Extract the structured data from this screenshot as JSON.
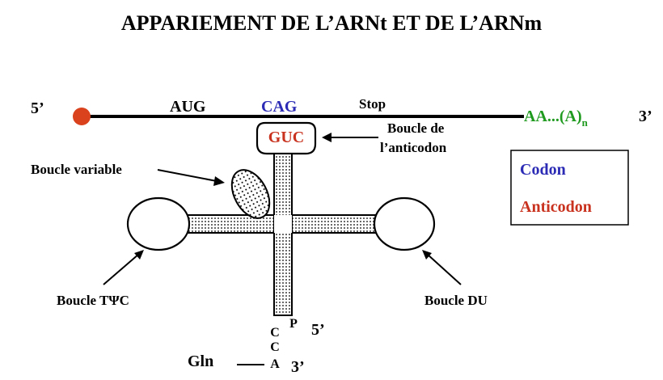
{
  "title": "APPARIEMENT DE L’ARNt ET DE L’ARNm",
  "mrna": {
    "end5": "5’",
    "end3": "3’",
    "start_codon": "AUG",
    "codon": "CAG",
    "stop": "Stop",
    "polyA_main": "AA...(A)",
    "polyA_sub": "n"
  },
  "trna": {
    "anticodon": "GUC",
    "acceptor_c1": "C",
    "acceptor_c2": "C",
    "acceptor_a": "A",
    "acceptor_p": "P",
    "end5": "5’",
    "end3": "3’",
    "amino_acid": "Gln"
  },
  "labels": {
    "anticodon_loop_line1": "Boucle de",
    "anticodon_loop_line2": "l’anticodon",
    "variable_loop": "Boucle variable",
    "tpsic_loop": "Boucle TΨC",
    "du_loop": "Boucle DU"
  },
  "legend": {
    "codon": "Codon",
    "anticodon": "Anticodon"
  },
  "colors": {
    "codon": "#2b2bb5",
    "anticodon": "#c8321e",
    "polyA": "#1f9a1f",
    "cap_dot": "#d9421c"
  }
}
